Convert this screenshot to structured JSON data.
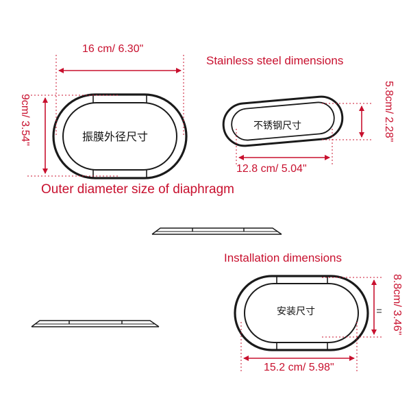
{
  "colors": {
    "accent_red": "#c8102e",
    "outline": "#1a1a1a",
    "gray_guide": "#9a9a9a"
  },
  "diaphragm": {
    "width_label": "16 cm/ 6.30\"",
    "height_label": "9cm/ 3.54\"",
    "center_label": "振膜外径尺寸",
    "caption": "Outer diameter size of diaphragm"
  },
  "stainless": {
    "title": "Stainless steel dimensions",
    "center_label": "不锈钢尺寸",
    "width_label": "12.8 cm/ 5.04\"",
    "height_label": "5.8cm/ 2.28\""
  },
  "installation": {
    "title": "Installation dimensions",
    "center_label": "安装尺寸",
    "width_label": "15.2 cm/ 5.98\"",
    "height_label": "8.8cm/ 3.46\""
  }
}
